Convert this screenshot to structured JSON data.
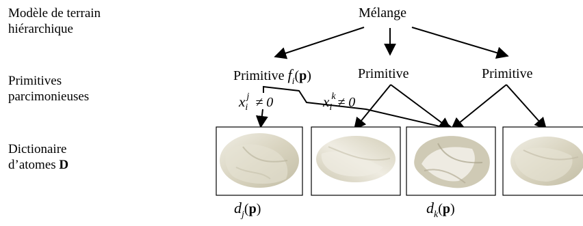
{
  "left_labels": {
    "row1_line1": "Modèle de terrain",
    "row1_line2": "hiérarchique",
    "row2_line1": "Primitives",
    "row2_line2": "parcimonieuses",
    "row3_line1": "Dictionaire",
    "row3_line2_prefix": "d’atomes ",
    "row3_line2_bold": "D"
  },
  "nodes": {
    "mixture": "Mélange",
    "primitive_1_text": "Primitive ",
    "primitive_1_f": "f",
    "primitive_1_i": "i",
    "primitive_1_open": "(",
    "primitive_1_p": "p",
    "primitive_1_close": ")",
    "primitive_2": "Primitive",
    "primitive_3": "Primitive"
  },
  "edge_labels": {
    "coef_j_x": "x",
    "coef_j_sup": "j",
    "coef_j_sub": "i",
    "coef_j_ne": " ≠ 0",
    "coef_k_x": "x",
    "coef_k_sup": "k",
    "coef_k_sub": "i",
    "coef_k_ne": "≠ 0"
  },
  "atom_labels": {
    "dj_d": "d",
    "dj_sub": "j",
    "dj_p": "p",
    "dk_d": "d",
    "dk_sub": "k",
    "dk_p": "p",
    "open": "(",
    "close": ")"
  },
  "colors": {
    "terrain_light": "#e9e6da",
    "terrain_mid": "#d6d1bd",
    "terrain_dark": "#bdb7a0",
    "stroke": "#000000"
  }
}
